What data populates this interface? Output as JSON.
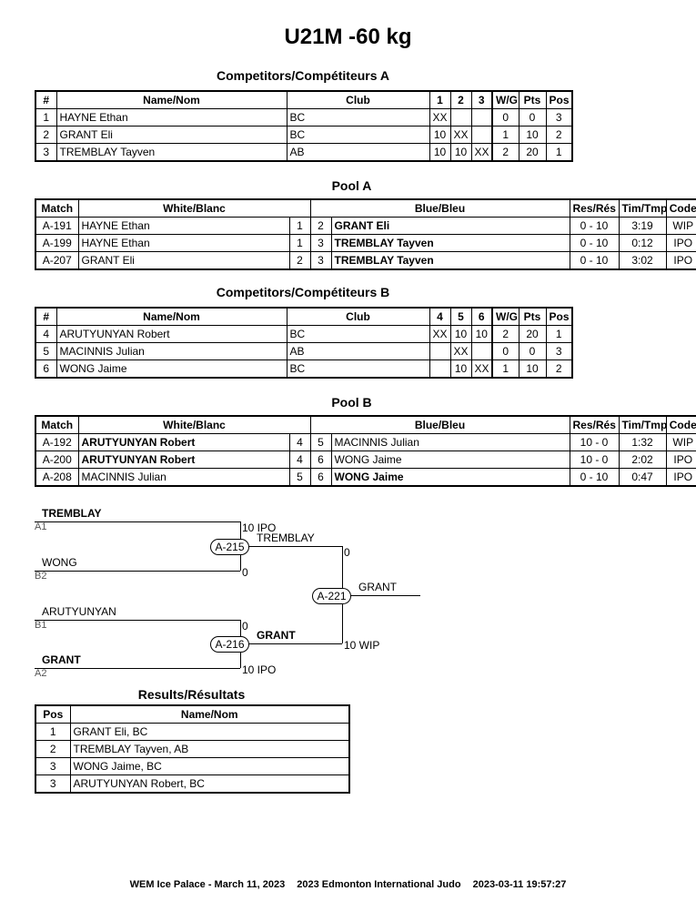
{
  "title": "U21M -60 kg",
  "competitors_a": {
    "heading": "Competitors/Compétiteurs A",
    "headers": [
      "#",
      "Name/Nom",
      "Club",
      "1",
      "2",
      "3",
      "W/G",
      "Pts",
      "Pos"
    ],
    "rows": [
      [
        "1",
        "HAYNE Ethan",
        "BC",
        "XX",
        "",
        "",
        "0",
        "0",
        "3"
      ],
      [
        "2",
        "GRANT Eli",
        "BC",
        "10",
        "XX",
        "",
        "1",
        "10",
        "2"
      ],
      [
        "3",
        "TREMBLAY Tayven",
        "AB",
        "10",
        "10",
        "XX",
        "2",
        "20",
        "1"
      ]
    ]
  },
  "pool_a": {
    "heading": "Pool A",
    "headers": [
      "Match",
      "White/Blanc",
      "Blue/Bleu",
      "Res/Rés",
      "Tim/Tmp",
      "Code"
    ],
    "rows": [
      [
        "A-191",
        "HAYNE Ethan",
        "1",
        "2",
        "GRANT Eli",
        "0 - 10",
        "3:19",
        "WIP"
      ],
      [
        "A-199",
        "HAYNE Ethan",
        "1",
        "3",
        "TREMBLAY Tayven",
        "0 - 10",
        "0:12",
        "IPO"
      ],
      [
        "A-207",
        "GRANT Eli",
        "2",
        "3",
        "TREMBLAY Tayven",
        "0 - 10",
        "3:02",
        "IPO"
      ]
    ]
  },
  "competitors_b": {
    "heading": "Competitors/Compétiteurs B",
    "headers": [
      "#",
      "Name/Nom",
      "Club",
      "4",
      "5",
      "6",
      "W/G",
      "Pts",
      "Pos"
    ],
    "rows": [
      [
        "4",
        "ARUTYUNYAN Robert",
        "BC",
        "XX",
        "10",
        "10",
        "2",
        "20",
        "1"
      ],
      [
        "5",
        "MACINNIS Julian",
        "AB",
        "",
        "XX",
        "",
        "0",
        "0",
        "3"
      ],
      [
        "6",
        "WONG Jaime",
        "BC",
        "",
        "10",
        "XX",
        "1",
        "10",
        "2"
      ]
    ]
  },
  "pool_b": {
    "heading": "Pool B",
    "headers": [
      "Match",
      "White/Blanc",
      "Blue/Bleu",
      "Res/Rés",
      "Tim/Tmp",
      "Code"
    ],
    "rows": [
      [
        "A-192",
        "ARUTYUNYAN Robert",
        "4",
        "5",
        "MACINNIS Julian",
        "10 - 0",
        "1:32",
        "WIP"
      ],
      [
        "A-200",
        "ARUTYUNYAN Robert",
        "4",
        "6",
        "WONG Jaime",
        "10 - 0",
        "2:02",
        "IPO"
      ],
      [
        "A-208",
        "MACINNIS Julian",
        "5",
        "6",
        "WONG Jaime",
        "0 - 10",
        "0:47",
        "IPO"
      ]
    ]
  },
  "bracket": {
    "semi1": {
      "top_name": "TREMBLAY",
      "top_seed": "A1",
      "top_score": "10 IPO",
      "bottom_name": "WONG",
      "bottom_seed": "B2",
      "bottom_score": "0",
      "match": "A-215",
      "winner": "TREMBLAY"
    },
    "semi2": {
      "top_name": "ARUTYUNYAN",
      "top_seed": "B1",
      "top_score": "0",
      "bottom_name": "GRANT",
      "bottom_seed": "A2",
      "bottom_score": "10 IPO",
      "match": "A-216",
      "winner": "GRANT"
    },
    "final": {
      "match": "A-221",
      "winner": "GRANT",
      "top_score": "0",
      "bottom_score": "10 WIP"
    }
  },
  "results": {
    "heading": "Results/Résultats",
    "headers": [
      "Pos",
      "Name/Nom"
    ],
    "rows": [
      [
        "1",
        "GRANT Eli, BC"
      ],
      [
        "2",
        "TREMBLAY Tayven, AB"
      ],
      [
        "3",
        "WONG Jaime, BC"
      ],
      [
        "3",
        "ARUTYUNYAN Robert, BC"
      ]
    ]
  },
  "footer": {
    "venue": "WEM Ice Palace - March 11, 2023",
    "event": "2023 Edmonton International Judo",
    "timestamp": "2023-03-11 19:57:27"
  }
}
